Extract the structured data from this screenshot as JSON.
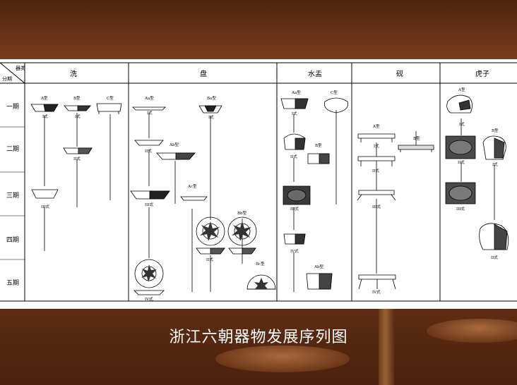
{
  "header": {
    "corner_top": "器类",
    "corner_bottom": "分期"
  },
  "categories": [
    "洗",
    "盘",
    "水盂",
    "砚",
    "虎子"
  ],
  "periods": [
    "一期",
    "二期",
    "三期",
    "四期",
    "五期"
  ],
  "labels": {
    "xi_a": "A型",
    "xi_b": "B型",
    "xi_c": "C型",
    "xi_i_1": "I式",
    "xi_i_2": "I式",
    "xi_ii": "II式",
    "xi_iii": "III式",
    "pan_aa": "Aa型",
    "pan_ba": "Ba型",
    "pan_ab": "Ab型",
    "pan_ac": "Ac型",
    "pan_bb": "Bb型",
    "pan_bc": "Bc型",
    "pan_i_1": "I式",
    "pan_i_2": "I式",
    "pan_ii_1": "II式",
    "pan_iii": "III式",
    "pan_ii_2": "II式",
    "pan_iv": "IV式",
    "yu_aa": "Aa型",
    "yu_c": "C型",
    "yu_b": "B型",
    "yu_ab": "Ab型",
    "yu_i": "I式",
    "yu_ii": "II式",
    "yu_iii": "III式",
    "yu_iv": "IV式",
    "yan_a": "A型",
    "yan_b": "B型",
    "yan_i": "I式",
    "yan_ii": "II式",
    "yan_iii": "III式",
    "yan_iv": "IV式",
    "hu_a": "A型",
    "hu_b": "B型",
    "hu_i": "I式",
    "hu_ii": "II式",
    "hu_iii": "III式",
    "hu_i_b": "I式",
    "hu_ii_b": "II式"
  },
  "caption": "浙江六朝器物发展序列图"
}
